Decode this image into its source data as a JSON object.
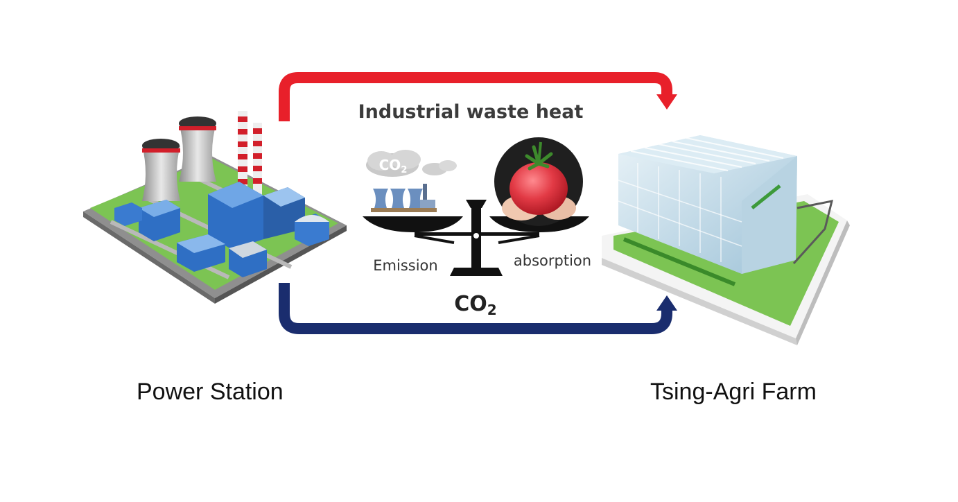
{
  "diagram": {
    "top_arrow_label": "Industrial waste heat",
    "bottom_arrow_label": "CO",
    "bottom_arrow_label_sub": "2",
    "cloud_label": "CO",
    "cloud_label_sub": "2",
    "scale_left_label": "Emission",
    "scale_right_label": "absorption",
    "left_node_label": "Power Station",
    "right_node_label": "Tsing-Agri Farm"
  },
  "colors": {
    "heat_arrow": "#e8202a",
    "co2_arrow": "#1a2d6e",
    "scale": "#111111",
    "tomato": "#e23a45",
    "greenhouse_glass": "#cfe3ef",
    "grass": "#7cc453",
    "plant_blue": "#2f6fc4"
  }
}
